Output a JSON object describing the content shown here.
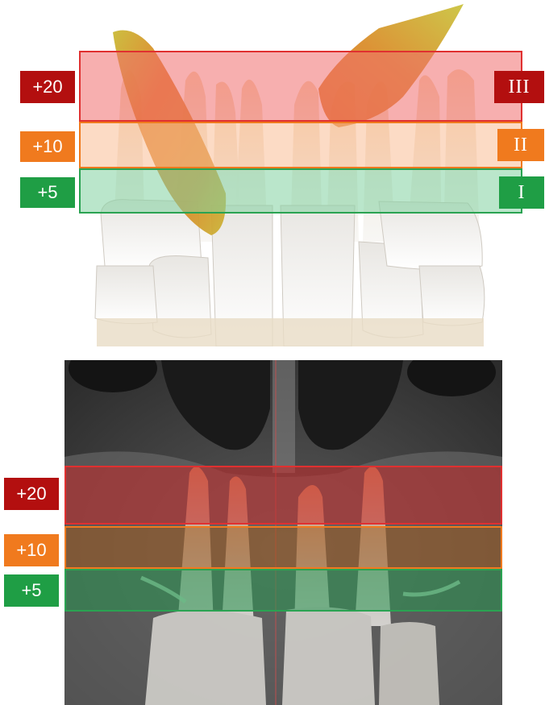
{
  "top_panel": {
    "labels_left": [
      {
        "text": "+20",
        "color": "#b30f0f"
      },
      {
        "text": "+10",
        "color": "#f07a1e"
      },
      {
        "text": "+5",
        "color": "#1f9e45"
      }
    ],
    "labels_right": [
      {
        "text": "III",
        "color": "#b30f0f"
      },
      {
        "text": "II",
        "color": "#f07a1e"
      },
      {
        "text": "I",
        "color": "#1f9e45"
      }
    ]
  },
  "bottom_panel": {
    "labels_left": [
      {
        "text": "+20",
        "color": "#b30f0f"
      },
      {
        "text": "+10",
        "color": "#f07a1e"
      },
      {
        "text": "+5",
        "color": "#1f9e45"
      }
    ]
  },
  "colors": {
    "zone_red": "#e03030",
    "zone_orange": "#f07a1e",
    "zone_green": "#2aa352"
  }
}
